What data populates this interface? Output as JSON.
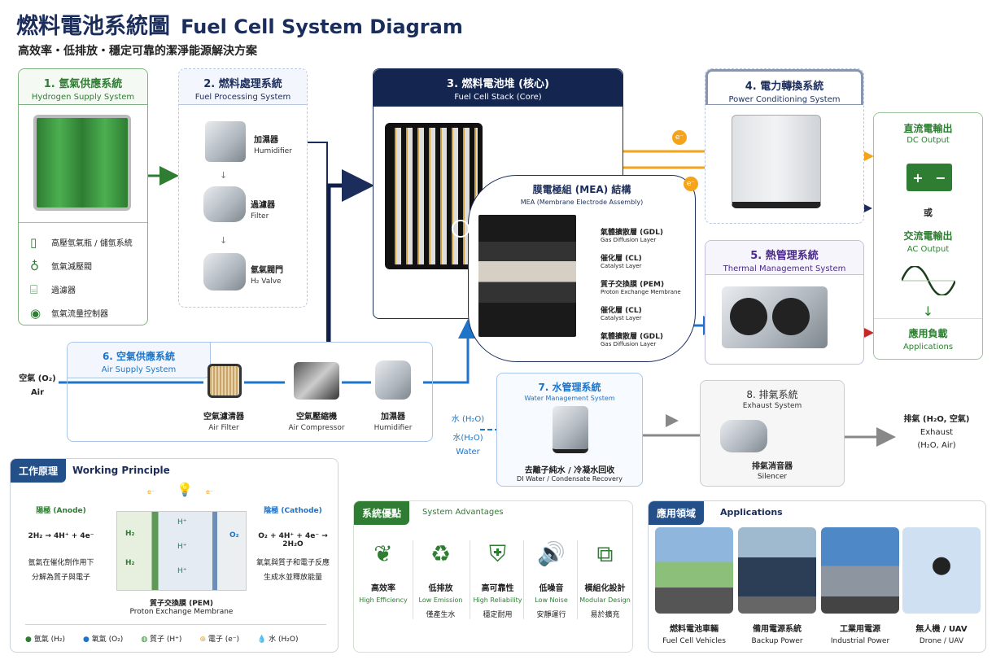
{
  "colors": {
    "navy": "#1b2d5b",
    "green": "#2e7d32",
    "blue": "#1e74c8",
    "orange": "#f5a31a",
    "red": "#c62828",
    "gray": "#888888",
    "purple": "#4a2a8a"
  },
  "title": {
    "zh": "燃料電池系統圖",
    "en": "Fuel Cell System Diagram",
    "subtitle": "高效率・低排放・穩定可靠的潔淨能源解決方案"
  },
  "hydrogen": {
    "zh": "1. 氫氣供應系統",
    "en": "Hydrogen Supply System",
    "items": [
      {
        "icon": "cylinder-icon",
        "label": "高壓氫氣瓶 / 儲氫系統"
      },
      {
        "icon": "pressure-valve-icon",
        "label": "氫氣減壓閥"
      },
      {
        "icon": "filter-icon",
        "label": "過濾器"
      },
      {
        "icon": "flow-controller-icon",
        "label": "氫氣流量控制器"
      }
    ]
  },
  "fuel": {
    "zh": "2. 燃料處理系統",
    "en": "Fuel Processing System",
    "items": [
      {
        "zh": "加濕器",
        "en": "Humidifier"
      },
      {
        "zh": "過濾器",
        "en": "Filter"
      },
      {
        "zh": "氫氣閥門",
        "en": "H₂ Valve"
      }
    ]
  },
  "stack": {
    "zh": "3. 燃料電池堆 (核心)",
    "en": "Fuel Cell Stack (Core)"
  },
  "mea": {
    "zh": "膜電極組 (MEA) 結構",
    "en": "MEA (Membrane Electrode Assembly)",
    "layers": [
      {
        "zh": "氣體擴散層 (GDL)",
        "en": "Gas Diffusion Layer",
        "color": "#1e74c8"
      },
      {
        "zh": "催化層 (CL)",
        "en": "Catalyst Layer",
        "color": "#2e7d32"
      },
      {
        "zh": "質子交換膜 (PEM)",
        "en": "Proton Exchange Membrane",
        "color": "#f5a31a"
      },
      {
        "zh": "催化層 (CL)",
        "en": "Catalyst Layer",
        "color": "#c62828"
      },
      {
        "zh": "氣體擴散層 (GDL)",
        "en": "Gas Diffusion Layer",
        "color": "#555555"
      }
    ]
  },
  "power": {
    "zh": "4. 電力轉換系統",
    "en": "Power Conditioning System",
    "electron": "e⁻"
  },
  "thermal": {
    "zh": "5. 熱管理系統",
    "en": "Thermal Management System"
  },
  "output": {
    "dc_zh": "直流電輸出",
    "dc_en": "DC Output",
    "or": "或",
    "ac_zh": "交流電輸出",
    "ac_en": "AC Output",
    "app_zh": "應用負載",
    "app_en": "Applications",
    "plus": "+",
    "minus": "−"
  },
  "air": {
    "input_zh": "空氣 (O₂)",
    "input_en": "Air",
    "zh": "6. 空氣供應系統",
    "en": "Air Supply System",
    "items": [
      {
        "zh": "空氣濾清器",
        "en": "Air Filter"
      },
      {
        "zh": "空氣壓縮機",
        "en": "Air Compressor"
      },
      {
        "zh": "加濕器",
        "en": "Humidifier"
      }
    ]
  },
  "water": {
    "input1": "水 (H₂O)",
    "input2": "水(H₂O)",
    "input_en": "Water",
    "zh": "7. 水管理系統",
    "en": "Water Management System",
    "item_zh": "去離子純水 / 冷凝水回收",
    "item_en": "DI Water / Condensate Recovery"
  },
  "exhaust": {
    "zh": "8. 排氣系統",
    "en": "Exhaust System",
    "item_zh": "排氣消音器",
    "item_en": "Silencer",
    "out_zh": "排氣 (H₂O, 空氣)",
    "out_en": "Exhaust",
    "out_sub": "(H₂O, Air)"
  },
  "principle": {
    "tag": "工作原理",
    "title": "Working Principle",
    "anode": "陽極 (Anode)",
    "cathode": "陰極 (Cathode)",
    "anode_eq": "2H₂ → 4H⁺ + 4e⁻",
    "cathode_eq": "O₂ + 4H⁺ + 4e⁻ → 2H₂O",
    "anode_d1": "氫氣在催化劑作用下",
    "anode_d2": "分解為質子與電子",
    "cathode_d1": "氧氣與質子和電子反應",
    "cathode_d2": "生成水並釋放能量",
    "e": "e⁻",
    "hplus": "H⁺",
    "h2": "H₂",
    "o2": "O₂",
    "pem_zh": "質子交換膜 (PEM)",
    "pem_en": "Proton Exchange Membrane",
    "legend": [
      {
        "label": "氫氣 (H₂)",
        "color": "#2e7d32"
      },
      {
        "label": "氧氣 (O₂)",
        "color": "#1e74c8"
      },
      {
        "label": "質子 (H⁺)",
        "color": "#2e7d32"
      },
      {
        "label": "電子 (e⁻)",
        "color": "#f5a31a"
      },
      {
        "label": "水 (H₂O)",
        "color": "#1e74c8"
      }
    ]
  },
  "advantages": {
    "tag": "系統優點",
    "title": "System Advantages",
    "items": [
      {
        "icon": "leaf-icon",
        "zh": "高效率",
        "en": "High Efficiency",
        "sub": ""
      },
      {
        "icon": "recycle-icon",
        "zh": "低排放",
        "en": "Low Emission",
        "sub": "僅產生水"
      },
      {
        "icon": "shield-icon",
        "zh": "高可靠性",
        "en": "High Reliability",
        "sub": "穩定耐用"
      },
      {
        "icon": "speaker-icon",
        "zh": "低噪音",
        "en": "Low Noise",
        "sub": "安靜運行"
      },
      {
        "icon": "cubes-icon",
        "zh": "模組化設計",
        "en": "Modular Design",
        "sub": "易於擴充"
      }
    ]
  },
  "applications": {
    "tag": "應用領域",
    "title": "Applications",
    "items": [
      {
        "zh": "燃料電池車輛",
        "en": "Fuel Cell Vehicles"
      },
      {
        "zh": "備用電源系統",
        "en": "Backup Power"
      },
      {
        "zh": "工業用電源",
        "en": "Industrial Power"
      },
      {
        "zh": "無人機 / UAV",
        "en": "Drone / UAV"
      }
    ]
  }
}
